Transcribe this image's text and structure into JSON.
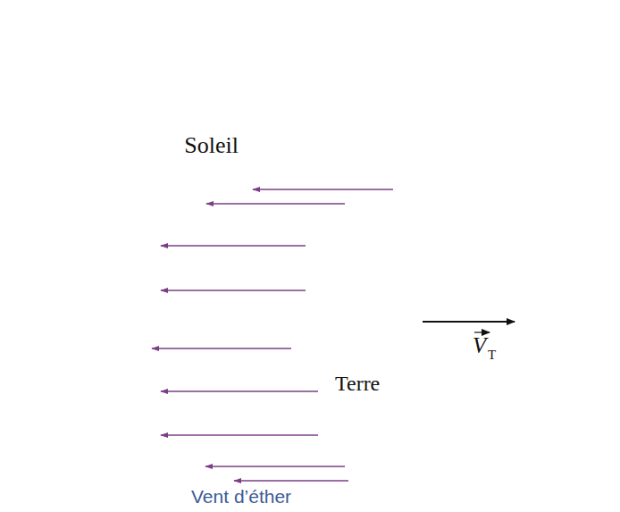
{
  "diagram": {
    "nodes": [
      {
        "text": [
          "Soleil"
        ]
      },
      {
        "text": [
          "Terre"
        ]
      }
    ],
    "labels": [
      "V",
      "T",
      "Vent d’éther"
    ]
  }
}
